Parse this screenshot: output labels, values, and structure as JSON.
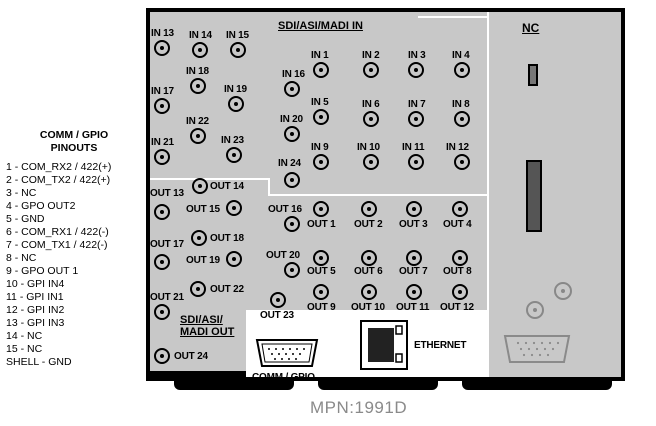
{
  "pinouts": {
    "title_line1": "COMM / GPIO",
    "title_line2": "PINOUTS",
    "items": [
      "1 - COM_RX2 / 422(+)",
      "2 - COM_TX2 / 422(+)",
      "3 - NC",
      "4 - GPO OUT2",
      "5 - GND",
      "6 - COM_RX1 / 422(-)",
      "7 - COM_TX1 / 422(-)",
      "8 - NC",
      "9 - GPO OUT 1",
      "10 - GPI IN4",
      "11 - GPI IN1",
      "12 - GPI IN2",
      "13 - GPI IN3",
      "14 - NC",
      "15 - NC",
      "SHELL - GND"
    ]
  },
  "panel": {
    "sdi_in_header": "SDI/ASI/MADI IN",
    "sdi_out_header_line1": "SDI/ASI/",
    "sdi_out_header_line2": "MADI OUT",
    "nc_header": "NC",
    "comm_gpio_label": "COMM / GPIO",
    "ethernet_label": "ETHERNET",
    "inputs": {
      "in1": "IN 1",
      "in2": "IN 2",
      "in3": "IN 3",
      "in4": "IN 4",
      "in5": "IN 5",
      "in6": "IN 6",
      "in7": "IN 7",
      "in8": "IN 8",
      "in9": "IN 9",
      "in10": "IN 10",
      "in11": "IN 11",
      "in12": "IN 12",
      "in13": "IN 13",
      "in14": "IN 14",
      "in15": "IN 15",
      "in16": "IN 16",
      "in17": "IN 17",
      "in18": "IN 18",
      "in19": "IN 19",
      "in20": "IN 20",
      "in21": "IN 21",
      "in22": "IN 22",
      "in23": "IN 23",
      "in24": "IN 24"
    },
    "outputs": {
      "out1": "OUT 1",
      "out2": "OUT 2",
      "out3": "OUT 3",
      "out4": "OUT 4",
      "out5": "OUT 5",
      "out6": "OUT 6",
      "out7": "OUT 7",
      "out8": "OUT 8",
      "out9": "OUT 9",
      "out10": "OUT 10",
      "out11": "OUT 11",
      "out12": "OUT 12",
      "out13": "OUT 13",
      "out14": "OUT 14",
      "out15": "OUT 15",
      "out16": "OUT 16",
      "out17": "OUT 17",
      "out18": "OUT 18",
      "out19": "OUT 19",
      "out20": "OUT 20",
      "out21": "OUT 21",
      "out22": "OUT 22",
      "out23": "OUT 23",
      "out24": "OUT 24"
    }
  },
  "mpn": "MPN:1991D"
}
